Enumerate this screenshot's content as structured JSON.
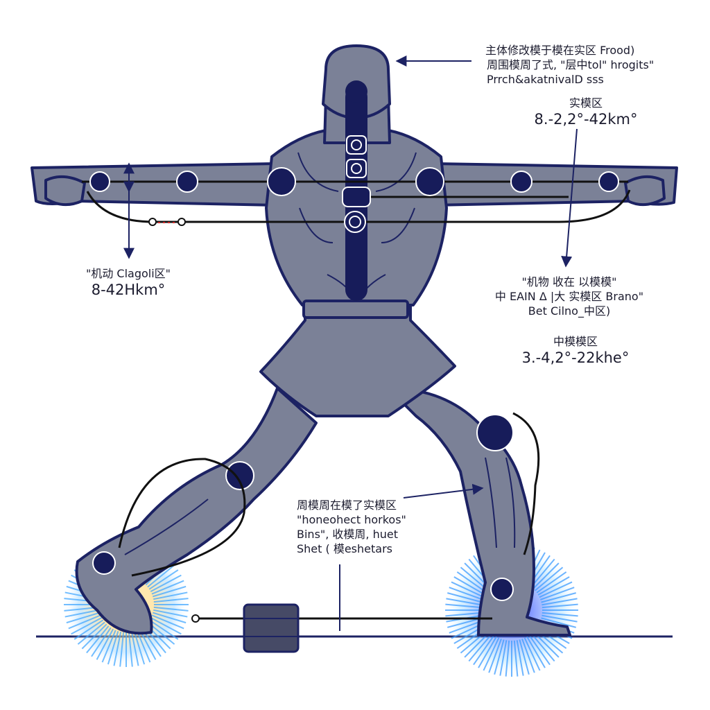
{
  "colors": {
    "body_fill": "#7b8197",
    "body_stroke": "#1c2263",
    "dark": "#171c5a",
    "glow_outer": "#4fb6ff",
    "glow_warm": "#ffc04a",
    "glow_inner": "#2f3bff",
    "wire": "#111111"
  },
  "labels": {
    "top_right": {
      "line1": "主体修改模于模在实区 Frood)",
      "line2": "周围模周了式, \"层中tol\" hrogits\"",
      "line3": "Prrch&akatnivalD sss"
    },
    "upper_right_metric": {
      "name": "实模区",
      "value": "8.-2,2°-42km°"
    },
    "left_metric": {
      "name": "\"机动 Clagoli区\"",
      "value": "8-42Hkm°"
    },
    "right_middle": {
      "line1": "\"机物 收在 以模模\"",
      "line2": "中 EAIN Δ |大 实模区 Brano\"",
      "line3": "Bet Cilno_中区)"
    },
    "right_metric": {
      "name": "中模模区",
      "value": "3.-4,2°-22khe°"
    },
    "lower_center": {
      "line1": "周模周在模了实模区",
      "line2": "\"honeohect horkos\"",
      "line3": "Bins\", 收模周, huet",
      "line4": "Shet ( 模eshetars"
    }
  }
}
